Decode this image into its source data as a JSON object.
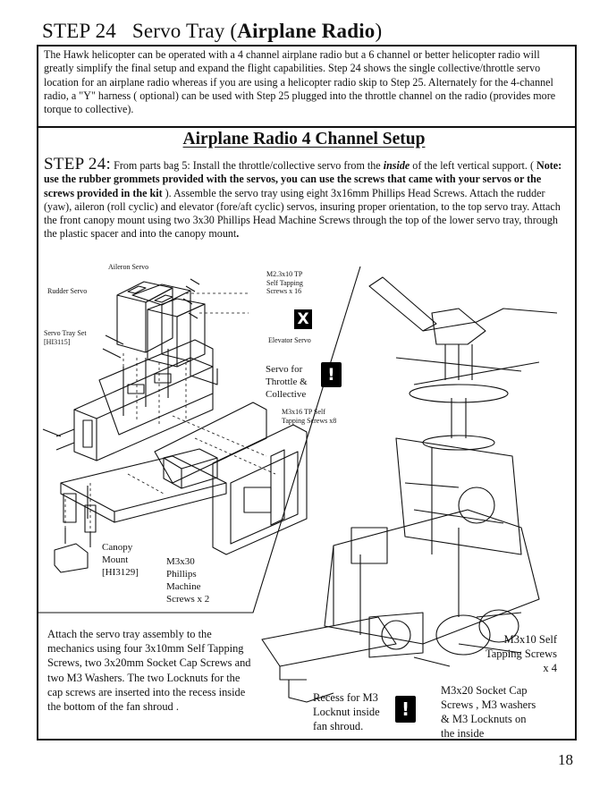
{
  "header": {
    "step": "STEP 24",
    "title_plain": "Servo Tray (",
    "title_bold": "Airplane Radio",
    "title_close": ")"
  },
  "intro_text": "The Hawk helicopter can be operated with a 4 channel airplane radio but  a 6 channel or better helicopter radio will greatly simplify the final setup and expand the flight capabilities. Step 24 shows the single collective/throttle servo location for an airplane radio whereas if you are using a helicopter radio skip to Step 25. Alternately for the 4-channel radio, a \"Y\" harness ( optional) can be used with Step 25 plugged into the throttle channel on the radio (provides more torque to collective).",
  "section_title": "Airplane Radio 4 Channel Setup",
  "step_body": {
    "lead": "STEP 24:",
    "part1": " From parts bag 5: Install the throttle/collective servo from the ",
    "inside": "inside",
    "part2": " of the left vertical support. ( ",
    "note": "Note: use the rubber grommets provided with the servos, you can use the screws that came with your servos or the screws provided in the kit",
    "part3": " ). Assemble the servo tray using eight 3x16mm Phillips Head Screws.  Attach the rudder (yaw), aileron (roll cyclic) and elevator (fore/aft cyclic) servos, insuring proper orientation, to the top servo tray.  Attach the front canopy mount using two 3x30 Phillips Head Machine Screws  through the top of the lower servo tray, through the plastic spacer and into the canopy mount",
    "period": "."
  },
  "labels": {
    "aileron_servo": "Aileron Servo",
    "rudder_servo": "Rudder Servo",
    "m2_screws": [
      "M2.3x10 TP",
      "Self Tapping",
      "Screws x 16"
    ],
    "elevator_servo": "Elevator Servo",
    "servo_tray_set": [
      "Servo Tray Set",
      "[HI3115]"
    ],
    "servo_throttle": [
      "Servo for",
      "Throttle &",
      "Collective"
    ],
    "m3x16": [
      "M3x16 TP Self",
      "Tapping Screws x8"
    ],
    "canopy_mount": [
      "Canopy",
      "Mount",
      "[HI3129]"
    ],
    "m3x30": [
      "M3x30",
      "Phillips",
      "Machine",
      "Screws x 2"
    ],
    "m3x10": [
      "M3x10 Self",
      "Tapping Screws",
      "x 4"
    ],
    "recess": [
      "Recess for M3",
      "Locknut inside",
      "fan shroud."
    ],
    "m3x20": [
      "M3x20 Socket Cap",
      "Screws , M3 washers",
      "& M3 Locknuts  on",
      "the inside"
    ]
  },
  "icons": {
    "x_mark": "X",
    "warning": "!"
  },
  "bottom_text": "Attach the servo tray assembly to the mechanics using four 3x10mm Self Tapping Screws, two 3x20mm Socket Cap Screws and two M3 Washers. The two Locknuts for the cap screws are inserted into the recess inside the bottom of the fan shroud .",
  "page_number": "18"
}
